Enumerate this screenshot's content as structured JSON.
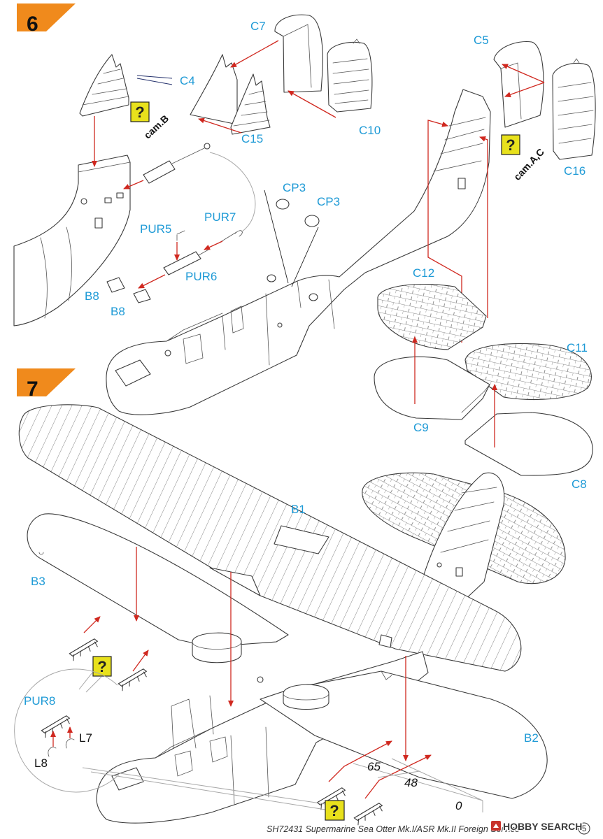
{
  "step6": {
    "number": "6",
    "labels": {
      "c7": "C7",
      "c5": "C5",
      "c4": "C4",
      "c15": "C15",
      "c10": "C10",
      "c16": "C16",
      "cam_b": "cam.B",
      "cam_ac": "cam.A,C",
      "cp3_a": "CP3",
      "cp3_b": "CP3",
      "pur7": "PUR7",
      "pur5": "PUR5",
      "pur6": "PUR6",
      "b8_a": "B8",
      "b8_b": "B8",
      "c12": "C12",
      "c11": "C11",
      "c9": "C9",
      "c8": "C8"
    }
  },
  "step7": {
    "number": "7",
    "labels": {
      "b1": "B1",
      "b3": "B3",
      "b2": "B2",
      "pur8": "PUR8",
      "l7": "L7",
      "l8": "L8"
    },
    "dimensions": [
      "65",
      "48",
      "0"
    ]
  },
  "help_marker": "?",
  "footer": {
    "text": "SH72431 Supermarine Sea Otter Mk.I/ASR Mk.II Foreign Service",
    "page": "5"
  },
  "watermark": "HOBBY SEARCH",
  "colors": {
    "step_flag": "#f08a1c",
    "part_label": "#1e9ad6",
    "arrow": "#d0281f",
    "help_marker": "#e8e11c"
  }
}
